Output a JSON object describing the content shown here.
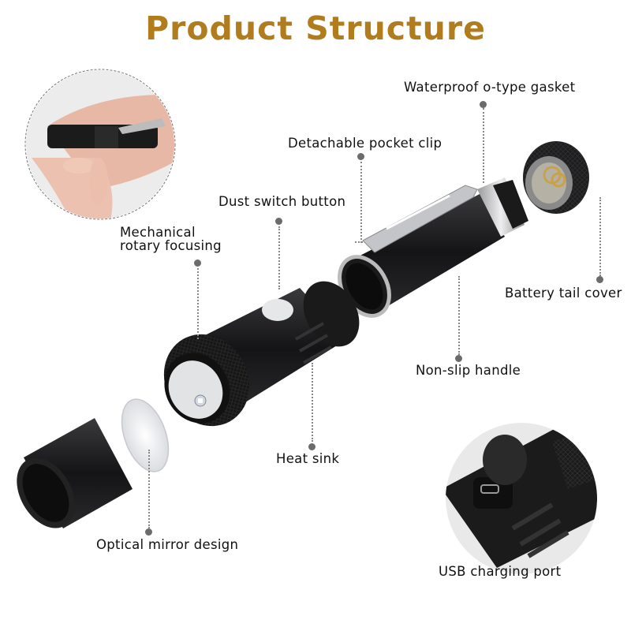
{
  "title": "Product Structure",
  "title_color": "#b07c1e",
  "labels": {
    "waterproof_gasket": "Waterproof o-type gasket",
    "pocket_clip": "Detachable pocket clip",
    "dust_switch": "Dust switch button",
    "rotary_focusing_line1": "Mechanical",
    "rotary_focusing_line2": "rotary focusing",
    "battery_tail_cover": "Battery tail cover",
    "non_slip_handle": "Non-slip handle",
    "heat_sink": "Heat sink",
    "optical_mirror": "Optical mirror design",
    "usb_port": "USB charging port"
  },
  "insets": {
    "hand_holding": "hand-holding-flashlight-photo",
    "usb_closeup": "usb-port-closeup-photo"
  },
  "colors": {
    "body": "#1c1c1e",
    "metal": "#c9cacc",
    "leader": "#888888",
    "dot": "#6b6b6b"
  }
}
